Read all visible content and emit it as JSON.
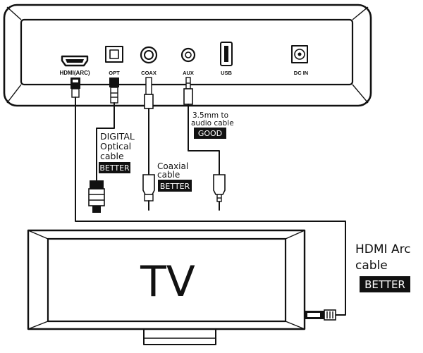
{
  "ports": {
    "hdmi": "HDMI(ARC)",
    "opt": "OPT",
    "coax": "COAX",
    "aux": "AUX",
    "usb": "USB",
    "dc": "DC IN"
  },
  "cables": {
    "optical": {
      "lines": [
        "DIGITAL",
        "Optical",
        "cable"
      ],
      "badge": "BETTER"
    },
    "coaxial": {
      "lines": [
        "Coaxial",
        "cable"
      ],
      "badge": "BETTER"
    },
    "aux": {
      "lines": [
        "3.5mm to",
        "audio cable"
      ],
      "badge": "GOOD"
    },
    "hdmi": {
      "lines": [
        "HDMI Arc",
        "cable"
      ],
      "badge": "BETTER"
    }
  },
  "tv": {
    "label": "TV"
  }
}
